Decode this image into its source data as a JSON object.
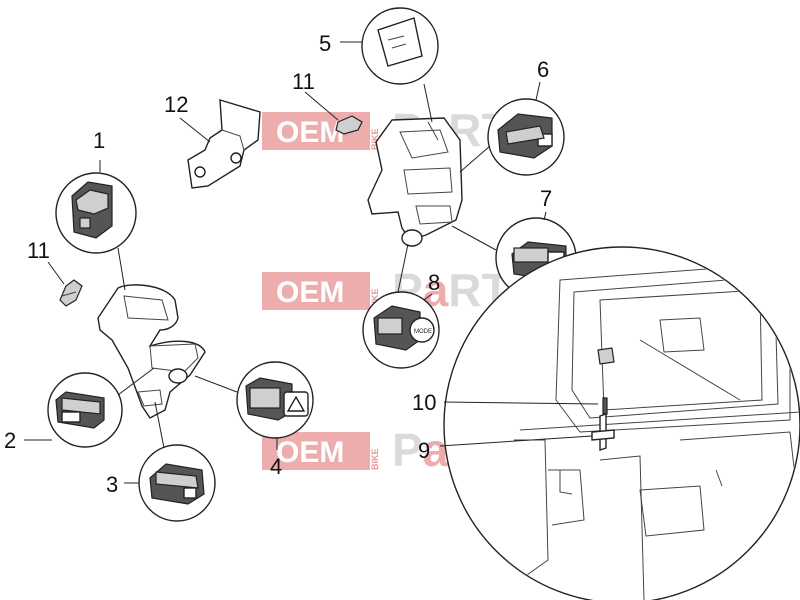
{
  "watermark": {
    "oem": "OEM",
    "bike": "BIKE",
    "parts_prefix": "P",
    "parts_a": "a",
    "parts_suffix": "RTS"
  },
  "callouts": {
    "c1": "1",
    "c2": "2",
    "c3": "3",
    "c4": "4",
    "c5": "5",
    "c6": "6",
    "c7": "7",
    "c8": "8",
    "c9": "9",
    "c10": "10",
    "c11a": "11",
    "c11b": "11",
    "c12": "12"
  },
  "labels": {
    "switch_8_text": "MODE"
  }
}
